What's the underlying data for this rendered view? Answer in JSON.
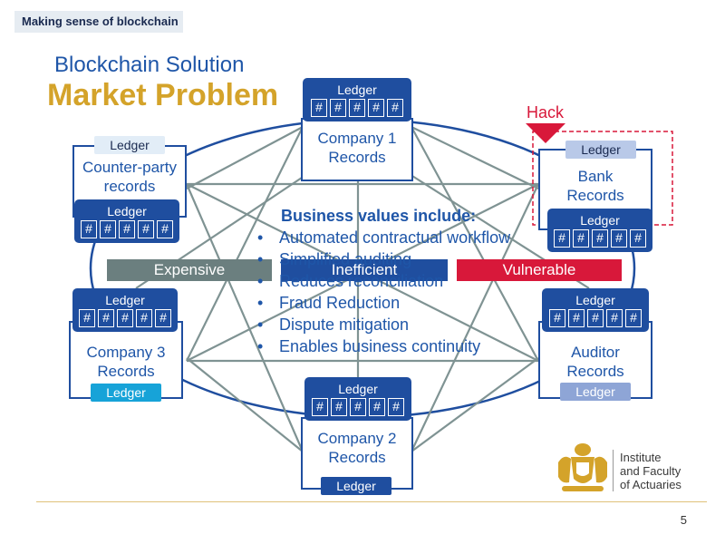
{
  "header": {
    "tag": "Making sense of blockchain"
  },
  "titles": {
    "subtitle": "Blockchain Solution",
    "main": "Market Problem"
  },
  "ledger_label": "Ledger",
  "hash_symbol": "#",
  "nodes": {
    "company1": {
      "name_line1": "Company 1",
      "name_line2": "Records"
    },
    "counterparty": {
      "name_line1": "Counter-party",
      "name_line2": "records"
    },
    "bank": {
      "name_line1": "Bank",
      "name_line2": "Records"
    },
    "company3": {
      "name_line1": "Company 3",
      "name_line2": "Records"
    },
    "auditor": {
      "name_line1": "Auditor",
      "name_line2": "Records"
    },
    "company2": {
      "name_line1": "Company 2",
      "name_line2": "Records"
    }
  },
  "hack_label": "Hack",
  "bands": {
    "expensive": "Expensive",
    "inefficient": "Inefficient",
    "vulnerable": "Vulnerable"
  },
  "business_values": {
    "heading": "Business values include:",
    "items": [
      "Automated contractual workflow",
      "Simplified auditing",
      "Reduces reconciliation",
      "Fraud Reduction",
      "Dispute mitigation",
      "Enables business continuity"
    ]
  },
  "logo": {
    "line1": "Institute",
    "line2": "and Faculty",
    "line3": "of Actuaries"
  },
  "page_number": "5",
  "colors": {
    "navy": "#1f4e9f",
    "gold": "#d4a32a",
    "red": "#d8183a",
    "gray": "#6b7f7f",
    "cyan": "#17a3d8"
  }
}
